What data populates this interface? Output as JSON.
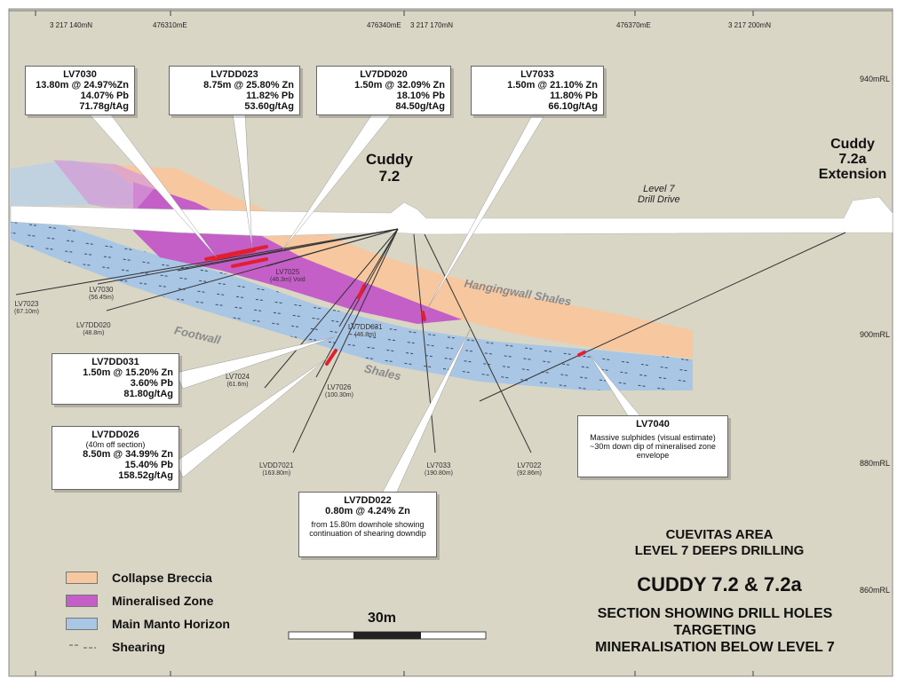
{
  "coords_top": [
    "3 217 140mN",
    "476310mE",
    "476340mE",
    "3 217 170mN",
    "476370mE",
    "3 217 200mN"
  ],
  "rl_labels": [
    "940mRL",
    "900mRL",
    "880mRL",
    "860mRL"
  ],
  "features": {
    "cuddy_72": [
      "Cuddy",
      "7.2"
    ],
    "cuddy_72a": [
      "Cuddy",
      "7.2a",
      "Extension"
    ],
    "drive": [
      "Level 7",
      "Drill Drive"
    ],
    "hangingwall": "Hangingwall Shales",
    "footwall": "Footwall",
    "footwall_shales": "Shales"
  },
  "callouts": [
    {
      "hole": "LV7030",
      "lines": [
        "13.80m @ 24.97%Zn",
        "14.07% Pb",
        "71.78g/tAg"
      ]
    },
    {
      "hole": "LV7DD023",
      "lines": [
        "8.75m @ 25.80% Zn",
        "11.82% Pb",
        "53.60g/tAg"
      ]
    },
    {
      "hole": "LV7DD020",
      "lines": [
        "1.50m @ 32.09% Zn",
        "18.10% Pb",
        "84.50g/tAg"
      ]
    },
    {
      "hole": "LV7033",
      "lines": [
        "1.50m @ 21.10% Zn",
        "11.80% Pb",
        "66.10g/tAg"
      ]
    },
    {
      "hole": "LV7DD031",
      "lines": [
        "1.50m @ 15.20% Zn",
        "3.60% Pb",
        "81.80g/tAg"
      ]
    },
    {
      "hole": "LV7DD026",
      "note": "(40m off section)",
      "lines": [
        "8.50m @ 34.99% Zn",
        "15.40% Pb",
        "158.52g/tAg"
      ]
    },
    {
      "hole": "LV7DD022",
      "lines": [
        "0.80m @ 4.24% Zn"
      ],
      "sub": "from 15.80m downhole showing continuation of shearing downdip"
    },
    {
      "hole": "LV7040",
      "sub": "Massive sulphides (visual estimate) ~30m down dip of mineralised zone envelope"
    }
  ],
  "hole_labels": [
    {
      "name": "LV7023",
      "depth": "(67.10m)"
    },
    {
      "name": "LV7030",
      "depth": "(56.45m)"
    },
    {
      "name": "LV7DD020",
      "depth": "(48.8m)"
    },
    {
      "name": "LV7025",
      "depth": "(46.3m) Void"
    },
    {
      "name": "LV7DD031",
      "depth": "(46.8m)"
    },
    {
      "name": "LV7024",
      "depth": "(61.6m)"
    },
    {
      "name": "LV7026",
      "depth": "(100.30m)"
    },
    {
      "name": "LVDD7021",
      "depth": "(163.80m)"
    },
    {
      "name": "LV7033",
      "depth": "(190.80m)"
    },
    {
      "name": "LV7022",
      "depth": "(92.86m)"
    }
  ],
  "legend": [
    {
      "label": "Collapse Breccia",
      "color": "#f7c8a0"
    },
    {
      "label": "Mineralised Zone",
      "color": "#c45fc8"
    },
    {
      "label": "Main Manto Horizon",
      "color": "#a9c6e4"
    },
    {
      "label": "Shearing",
      "color": "#ffffff"
    }
  ],
  "scale": "30m",
  "title": {
    "area": "CUEVITAS AREA",
    "level": "LEVEL 7 DEEPS DRILLING",
    "main": "CUDDY 7.2 & 7.2a",
    "desc": [
      "SECTION SHOWING DRILL HOLES",
      "TARGETING",
      "MINERALISATION BELOW LEVEL 7"
    ]
  },
  "colors": {
    "background": "#d9d6c6",
    "collapse": "#f7c8a0",
    "mineralised": "#c45fc8",
    "manto": "#a9c6e4",
    "intercept": "#e02030"
  }
}
